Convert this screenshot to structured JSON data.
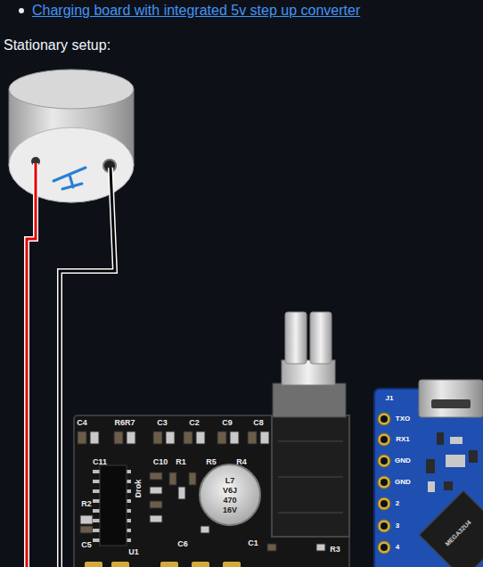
{
  "diagram": {
    "nodes": [
      {
        "text": [
          "C4",
          "R6R7",
          "C3",
          "C2",
          "C9",
          "C8",
          "C11",
          "C10",
          "R1",
          "R5",
          "R4",
          "Drok",
          "L7",
          "V6J",
          "470",
          "16V",
          "R2",
          "C5",
          "U1",
          "C6",
          "C1",
          "R3"
        ]
      },
      {
        "text": [
          "J1",
          "TXO",
          "RX1",
          "GND",
          "GND",
          "2",
          "3",
          "4",
          "MEGA32U4"
        ]
      }
    ],
    "labels": [
      "Charging board with integrated 5v step up converter",
      "Stationary setup:"
    ]
  }
}
